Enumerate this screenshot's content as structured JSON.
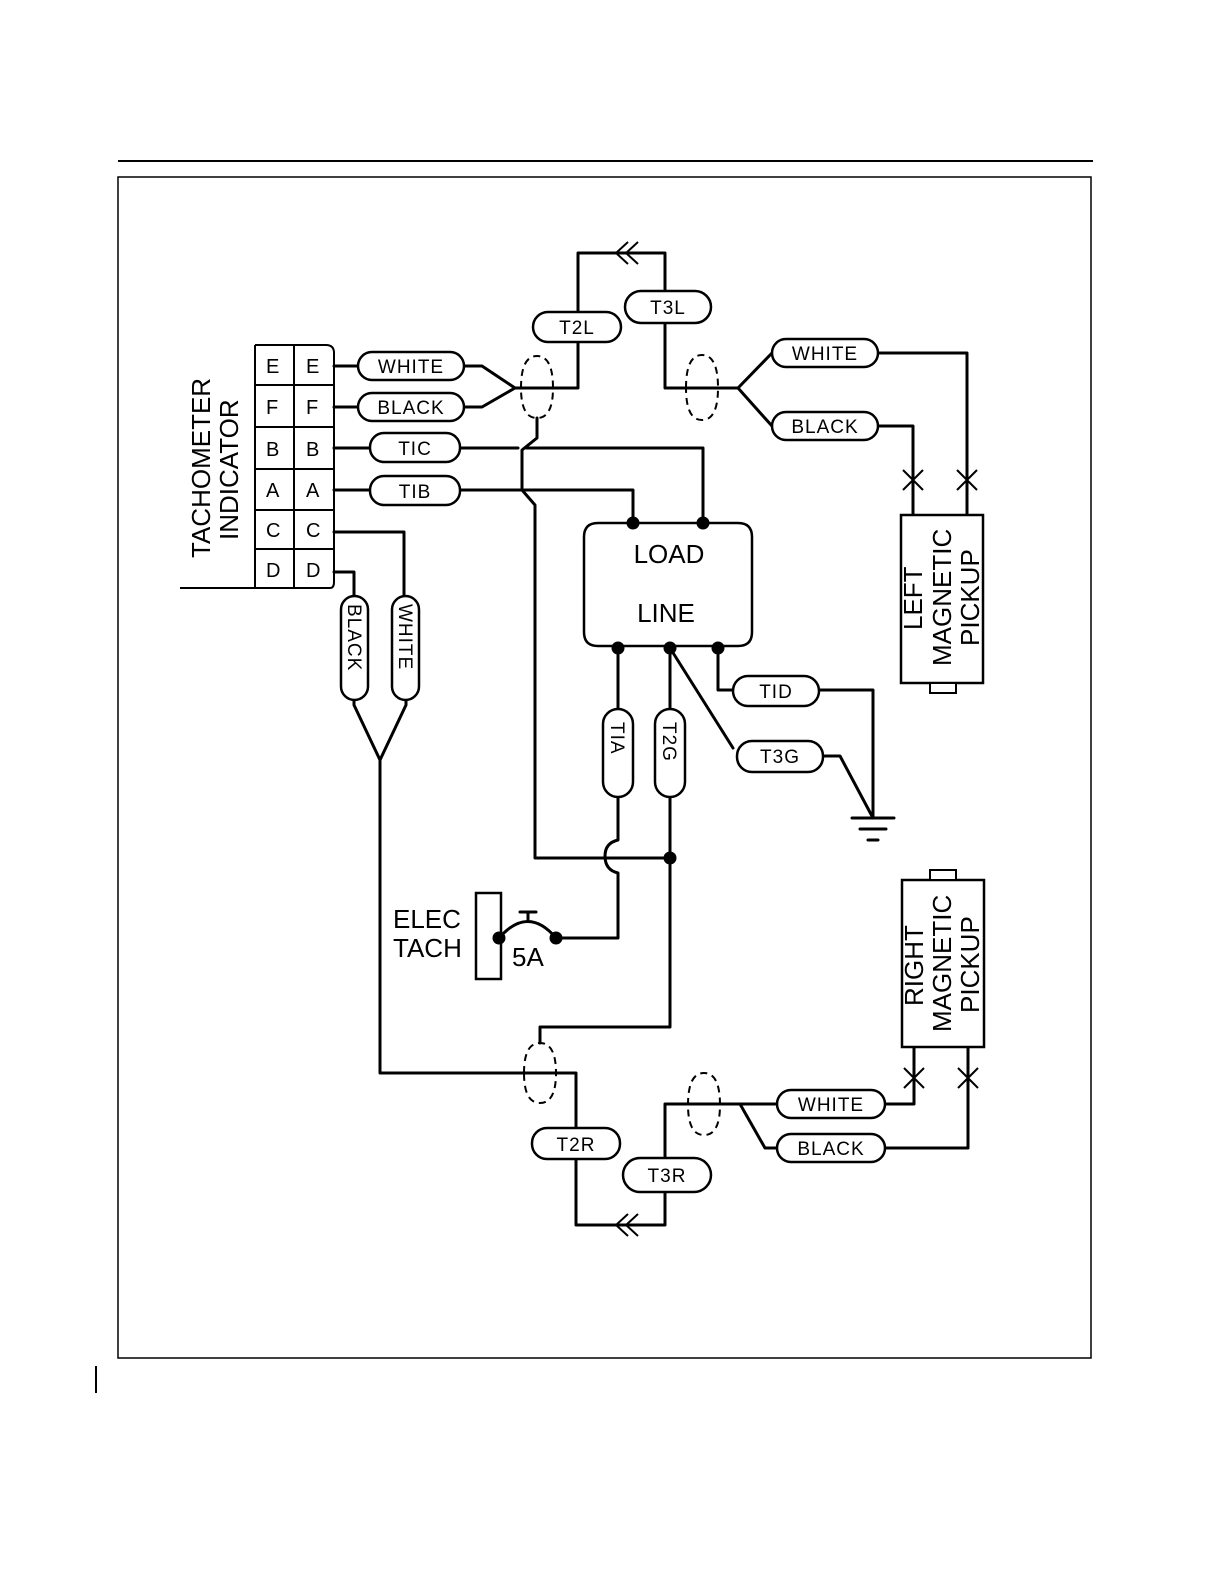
{
  "indicator": {
    "title_line1": "TACHOMETER",
    "title_line2": "INDICATOR",
    "pins": [
      "E",
      "F",
      "B",
      "A",
      "C",
      "D"
    ]
  },
  "wire_labels": {
    "top_white": "WHITE",
    "top_black": "BLACK",
    "t1c": "TIC",
    "t1b": "TIB",
    "vert_black": "BLACK",
    "vert_white": "WHITE",
    "t2l": "T2L",
    "t3l": "T3L",
    "left_white": "WHITE",
    "left_black": "BLACK",
    "t1a": "TIA",
    "t2g": "T2G",
    "t1d": "TID",
    "t3g": "T3G",
    "t2r": "T2R",
    "t3r": "T3R",
    "right_white": "WHITE",
    "right_black": "BLACK"
  },
  "box": {
    "load": "LOAD",
    "line": "LINE"
  },
  "left_pickup": {
    "line1": "LEFT",
    "line2": "MAGNETIC",
    "line3": "PICKUP"
  },
  "right_pickup": {
    "line1": "RIGHT",
    "line2": "MAGNETIC",
    "line3": "PICKUP"
  },
  "breaker": {
    "label_line1": "ELEC",
    "label_line2": "TACH",
    "rating": "5A"
  }
}
